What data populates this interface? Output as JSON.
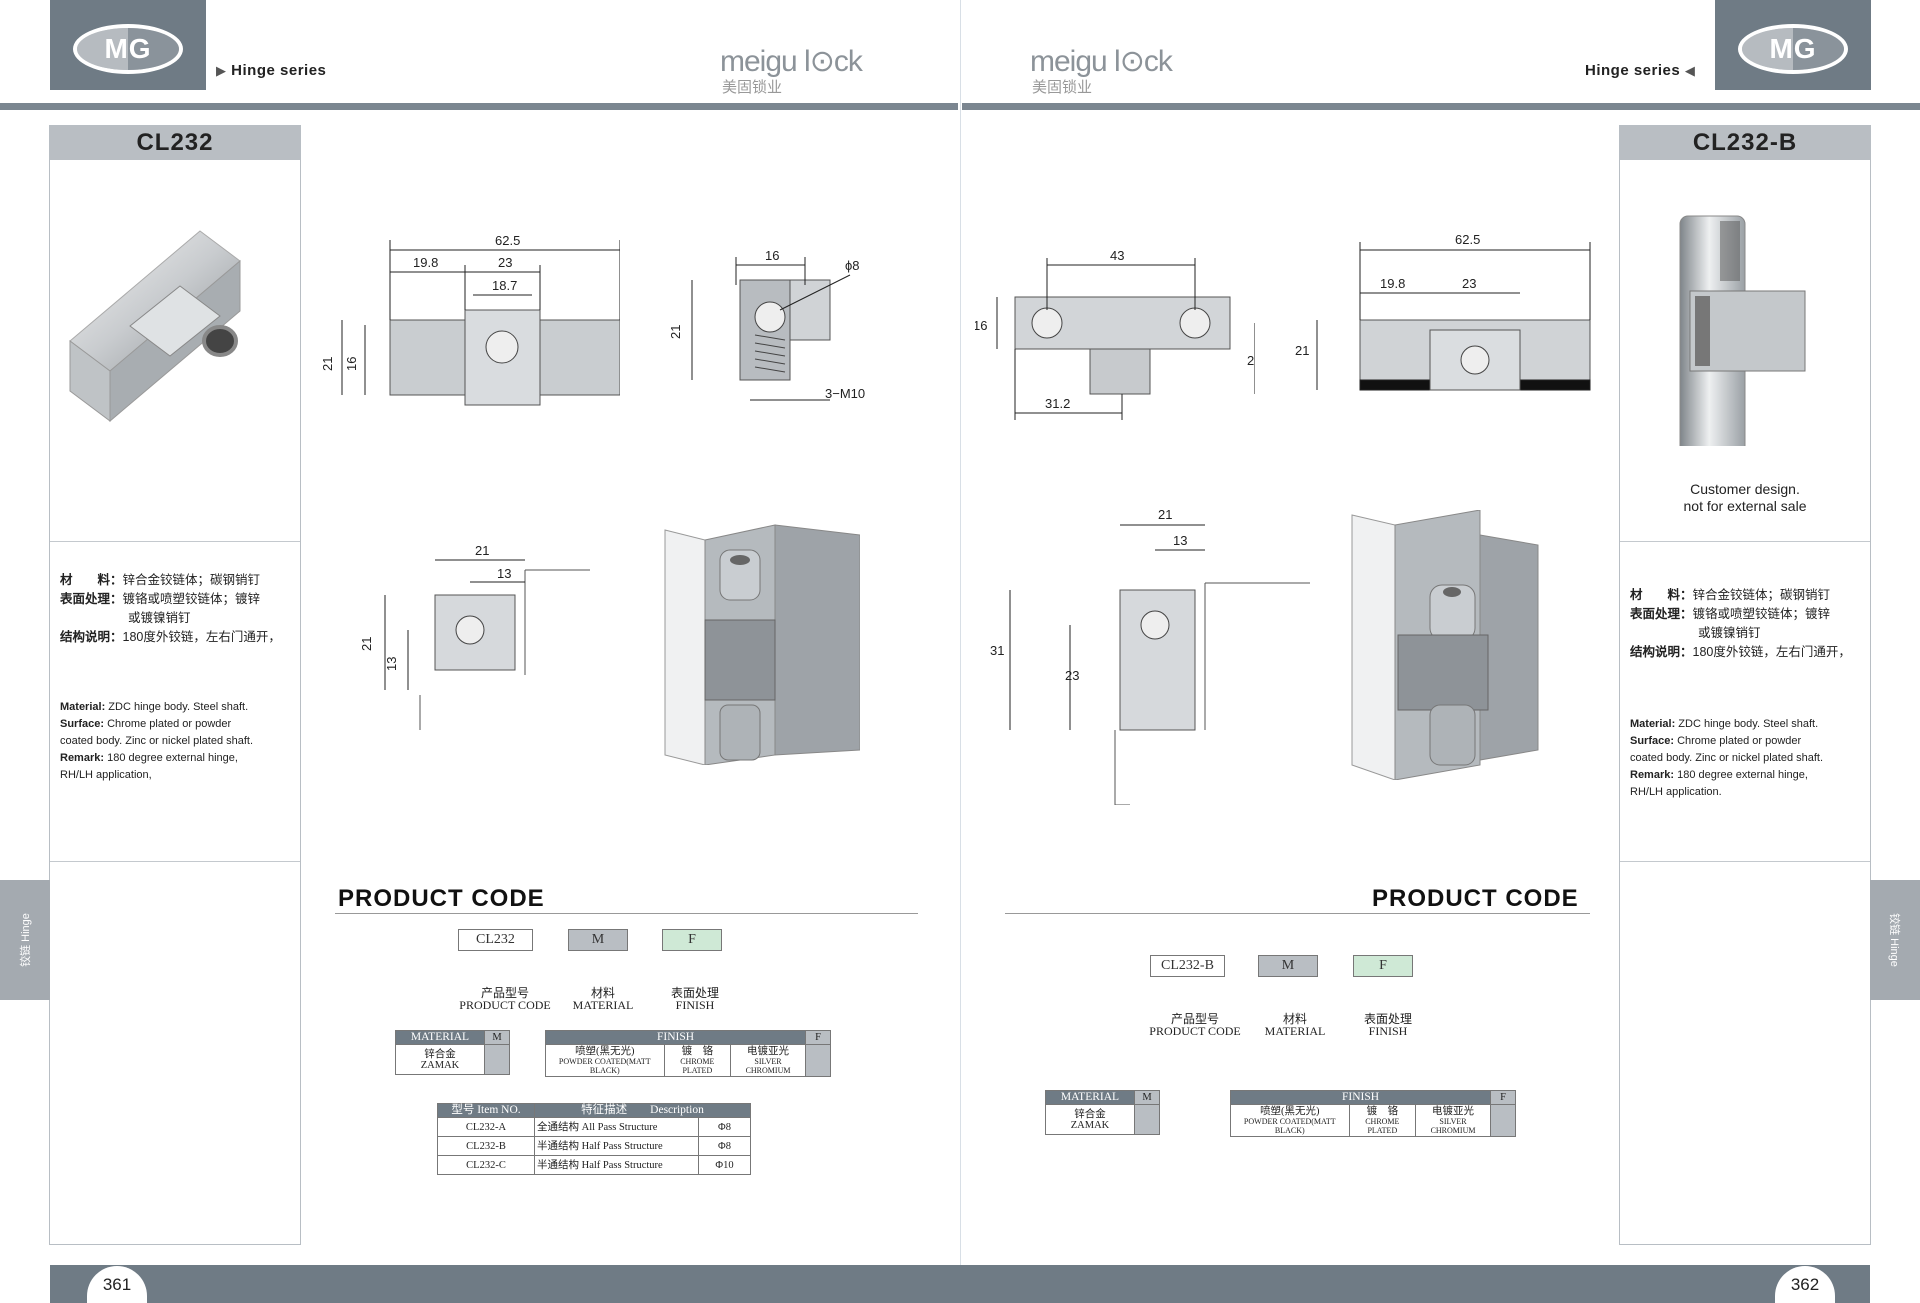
{
  "colors": {
    "band": "#7b8690",
    "logo_box": "#6f7b85",
    "panel_title": "#b9bec3",
    "finish_green": "#cfe9d6"
  },
  "left_page": {
    "logo_text": "MG",
    "series": "Hinge series",
    "brand": "meigu l⊙ck",
    "brand_sub": "美固锁业",
    "model": "CL232",
    "spec_cn": {
      "material_label": "材　　料：",
      "material": "锌合金铰链体；碳钢销钉",
      "surface_label": "表面处理：",
      "surface": "镀铬或喷塑铰链体；镀锌",
      "surface2": "或镀镍销钉",
      "structure_label": "结构说明：",
      "structure": "180度外铰链，左右门通开，"
    },
    "spec_en": {
      "material_label": "Material:",
      "material": " ZDC hinge body. Steel shaft.",
      "surface_label": "Surface:",
      "surface": " Chrome plated or powder",
      "surface2": "coated body. Zinc or nickel plated shaft.",
      "remark_label": "Remark:",
      "remark": " 180 degree external hinge,",
      "remark2": "RH/LH application,"
    },
    "side_tab": "铰链 Hinge",
    "page_number": "361",
    "product_code_title": "PRODUCT CODE",
    "code_boxes": {
      "code": "CL232",
      "m": "M",
      "f": "F"
    },
    "code_labels": {
      "code_cn": "产品型号",
      "code_en": "PRODUCT CODE",
      "m_cn": "材料",
      "m_en": "MATERIAL",
      "f_cn": "表面处理",
      "f_en": "FINISH"
    },
    "material_table": {
      "header": "MATERIAL",
      "code": "M",
      "cn": "锌合金",
      "en": "ZAMAK"
    },
    "finish_table": {
      "header": "FINISH",
      "code": "F",
      "items": [
        {
          "cn": "喷塑(黑无光)",
          "en": "POWDER COATED(MATT BLACK)"
        },
        {
          "cn": "镀　铬",
          "en": "CHROME PLATED"
        },
        {
          "cn": "电镀亚光",
          "en": "SILVER CHROMIUM"
        }
      ]
    },
    "item_table": {
      "headers": [
        "型号 Item NO.",
        "特征描述　　Description"
      ],
      "rows": [
        {
          "item": "CL232-A",
          "desc": "全通结构  All Pass Structure",
          "dia": "Φ8"
        },
        {
          "item": "CL232-B",
          "desc": "半通结构  Half Pass Structure",
          "dia": "Φ8"
        },
        {
          "item": "CL232-C",
          "desc": "半通结构  Half Pass Structure",
          "dia": "Φ10"
        }
      ]
    },
    "dims": {
      "top_a": [
        "62.5",
        "19.8",
        "23",
        "18.7",
        "21",
        "16"
      ],
      "top_b": [
        "16",
        "ϕ8",
        "21",
        "3−M10"
      ],
      "mid": [
        "21",
        "13",
        "21",
        "13"
      ]
    }
  },
  "right_page": {
    "logo_text": "MG",
    "series": "Hinge series",
    "brand": "meigu l⊙ck",
    "brand_sub": "美固锁业",
    "model": "CL232-B",
    "caption": "Customer design.",
    "caption2": "not for external sale",
    "spec_cn": {
      "material_label": "材　　料：",
      "material": "锌合金铰链体；碳钢销钉",
      "surface_label": "表面处理：",
      "surface": "镀铬或喷塑铰链体；镀锌",
      "surface2": "或镀镍销钉",
      "structure_label": "结构说明：",
      "structure": "180度外铰链，左右门通开，"
    },
    "spec_en": {
      "material_label": "Material:",
      "material": " ZDC hinge body. Steel shaft.",
      "surface_label": "Surface:",
      "surface": " Chrome plated or powder",
      "surface2": "coated body. Zinc or nickel plated shaft.",
      "remark_label": "Remark:",
      "remark": " 180 degree external hinge,",
      "remark2": "RH/LH application."
    },
    "side_tab": "铰链 Hinge",
    "page_number": "362",
    "product_code_title": "PRODUCT CODE",
    "code_boxes": {
      "code": "CL232-B",
      "m": "M",
      "f": "F"
    },
    "code_labels": {
      "code_cn": "产品型号",
      "code_en": "PRODUCT CODE",
      "m_cn": "材料",
      "m_en": "MATERIAL",
      "f_cn": "表面处理",
      "f_en": "FINISH"
    },
    "material_table": {
      "header": "MATERIAL",
      "code": "M",
      "cn": "锌合金",
      "en": "ZAMAK"
    },
    "finish_table": {
      "header": "FINISH",
      "code": "F",
      "items": [
        {
          "cn": "喷塑(黑无光)",
          "en": "POWDER COATED(MATT BLACK)"
        },
        {
          "cn": "镀　铬",
          "en": "CHROME PLATED"
        },
        {
          "cn": "电镀亚光",
          "en": "SILVER CHROMIUM"
        }
      ]
    },
    "dims": {
      "top_a": [
        "43",
        "16",
        "23",
        "31.2"
      ],
      "top_b": [
        "62.5",
        "19.8",
        "23",
        "21"
      ],
      "mid": [
        "21",
        "13",
        "31",
        "23"
      ]
    }
  }
}
